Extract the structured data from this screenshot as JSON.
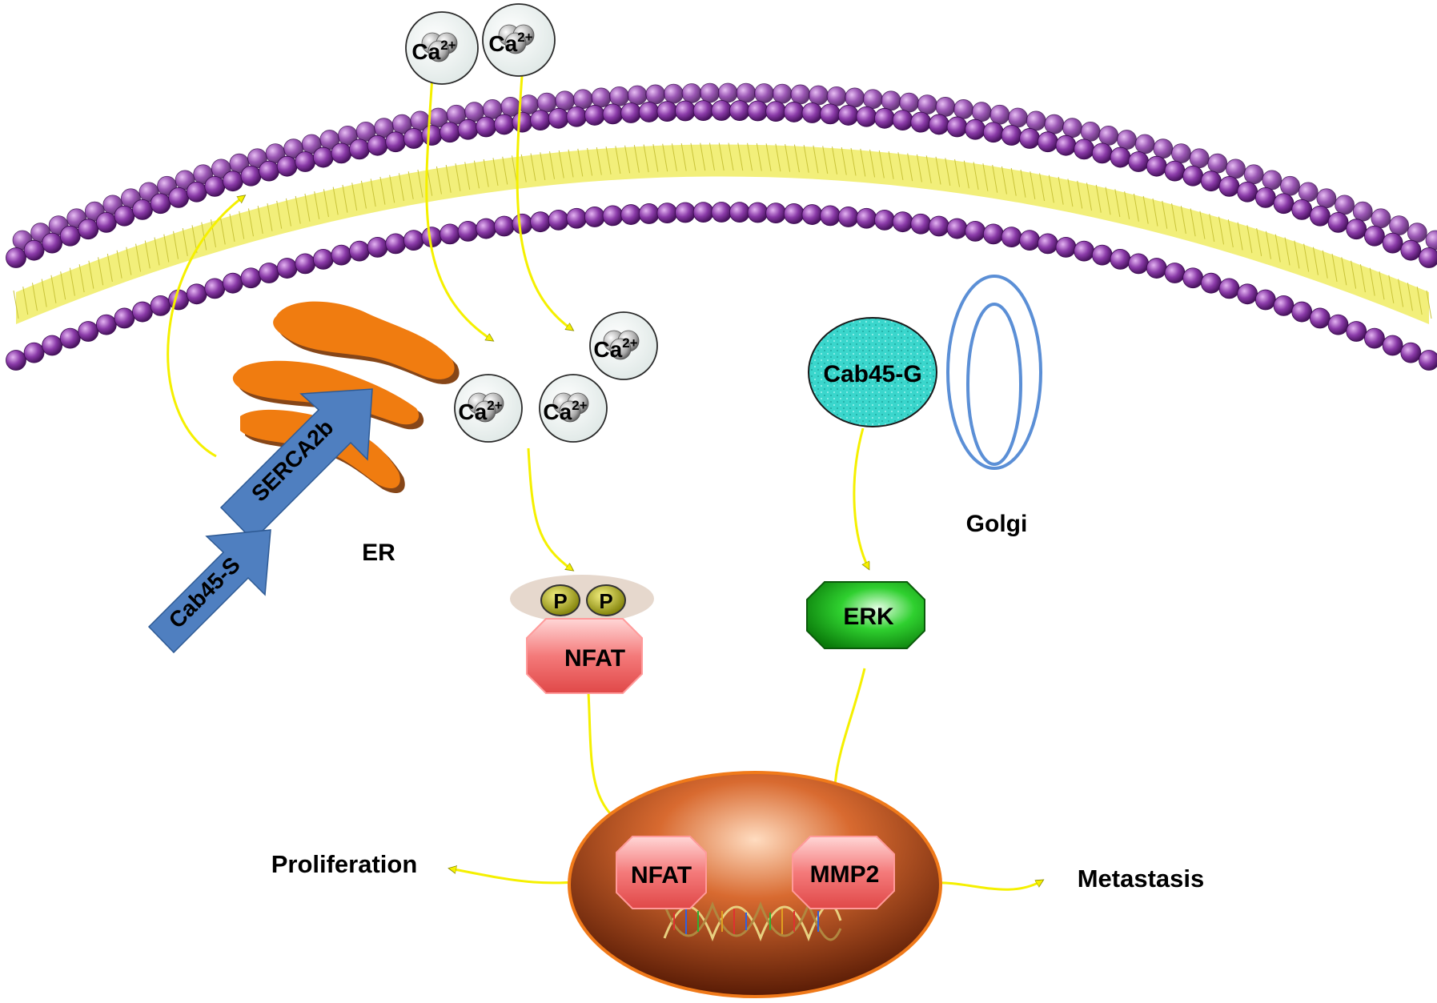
{
  "calcium": {
    "symbol": "Ca",
    "charge": "2+"
  },
  "labels": {
    "er": "ER",
    "golgi": "Golgi",
    "serca": "SERCA2b",
    "cab45s": "Cab45-S",
    "cab45g": "Cab45-G",
    "erk": "ERK",
    "nfat_cytoplasm": "NFAT",
    "phospho": "P",
    "nfat_nucleus": "NFAT",
    "mmp2": "MMP2",
    "proliferation": "Proliferation",
    "metastasis": "Metastasis"
  },
  "colors": {
    "membrane_head": "#8a3aa8",
    "membrane_tail": "#f2ef7a",
    "arrow": "#f5f000",
    "er": "#f07c10",
    "protein_blue": "#4f7fc0",
    "nfat": "#f47a7a",
    "erk": "#1fbf1f",
    "cab45g": "#3ad6cc",
    "golgi": "#5b8fd6",
    "nucleus": "#c04a10",
    "phospho": "#b0b010"
  }
}
